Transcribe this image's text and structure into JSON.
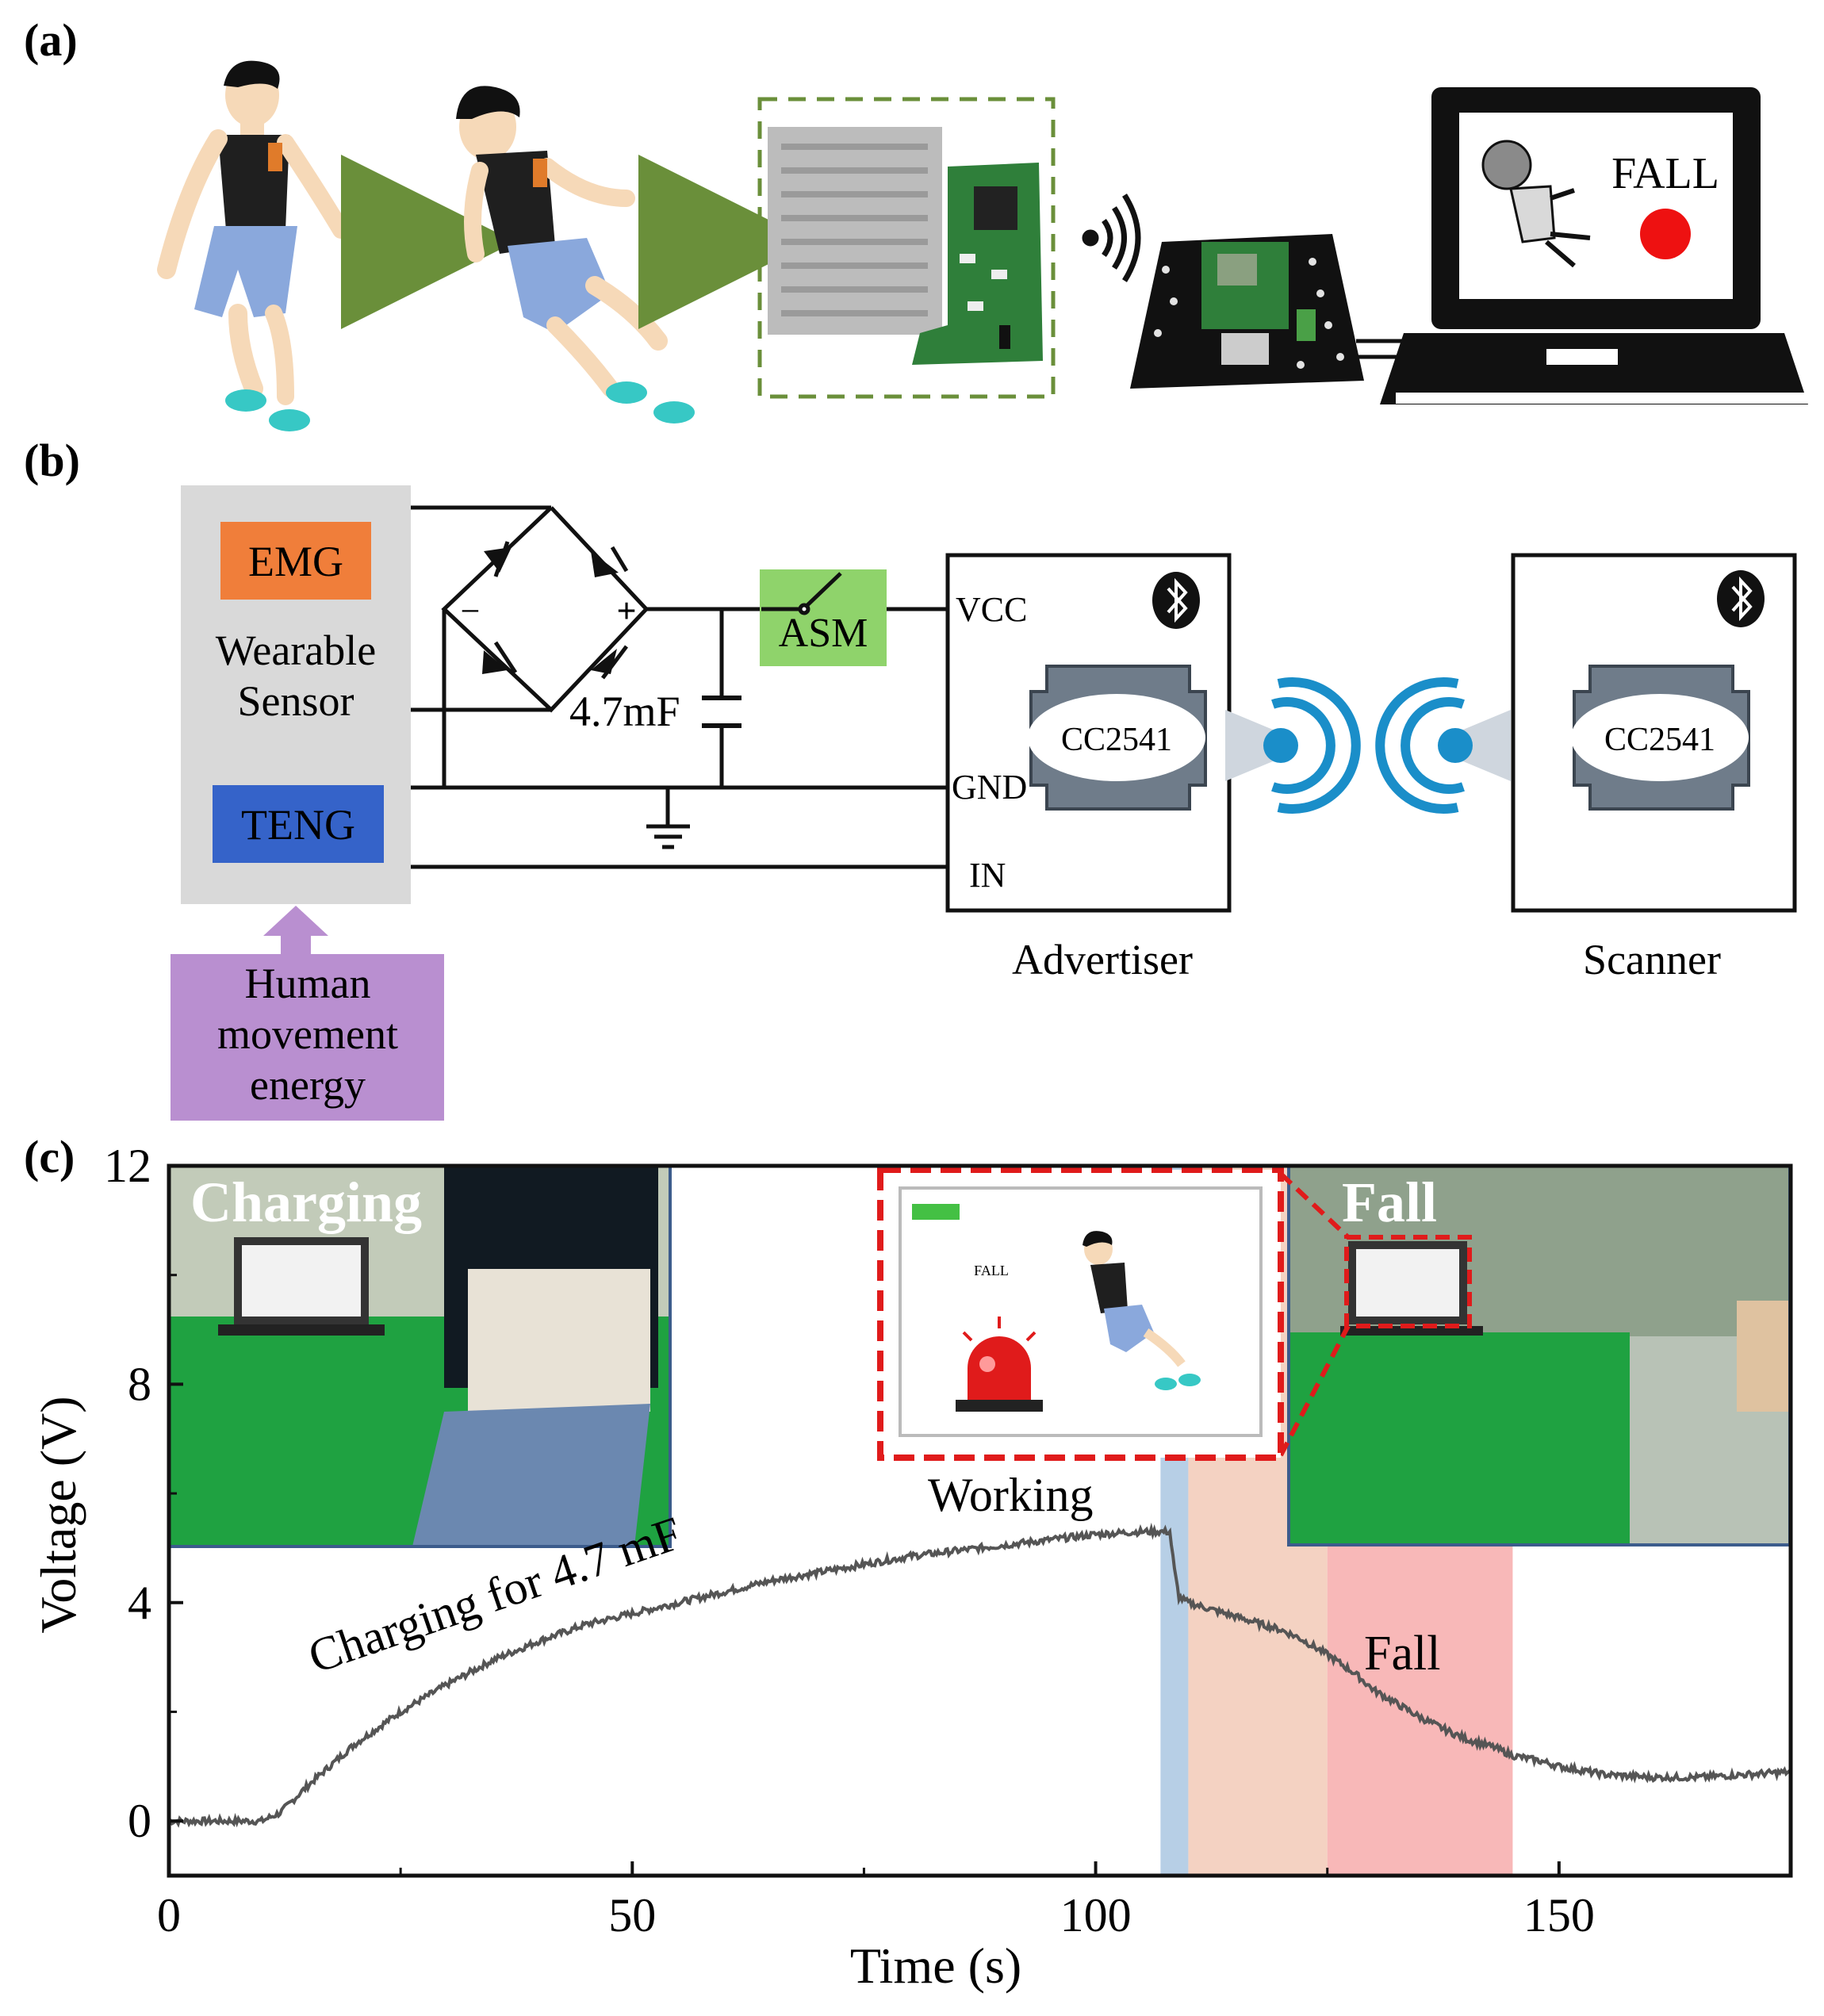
{
  "panel_a": {
    "label": "(a)",
    "monitor_text": "FALL"
  },
  "panel_b": {
    "label": "(b)",
    "emg": "EMG",
    "sensor_line1": "Wearable",
    "sensor_line2": "Sensor",
    "teng": "TENG",
    "energy_line1": "Human",
    "energy_line2": "movement",
    "energy_line3": "energy",
    "plus_sign": "+",
    "minus_sign": "−",
    "capacitor": "4.7mF",
    "switch": "ASM",
    "vcc": "VCC",
    "gnd": "GND",
    "in_pin": "IN",
    "chip": "CC2541",
    "advertiser": "Advertiser",
    "scanner": "Scanner",
    "colors": {
      "emg": "#f07e3a",
      "teng": "#3563c9",
      "asm": "#8fd36b",
      "energy": "#b98fd0",
      "sensor": "#d9d9d9",
      "chip": "#6f7c8a",
      "signal": "#1a8ec9"
    }
  },
  "panel_c": {
    "label": "(c)",
    "photo_left_label": "Charging",
    "photo_right_label": "Fall",
    "screen_text": "FALL",
    "annot_charging": "Charging for 4.7 mF",
    "annot_working": "Working",
    "annot_fall": "Fall",
    "chart_data": {
      "type": "line",
      "xlabel": "Time (s)",
      "ylabel": "Voltage (V)",
      "xlim": [
        0,
        175
      ],
      "ylim": [
        -1,
        12
      ],
      "xticks": [
        0,
        50,
        100,
        150
      ],
      "yticks": [
        0,
        4,
        8,
        12
      ],
      "x": [
        0,
        5,
        10,
        12,
        15,
        20,
        25,
        30,
        35,
        40,
        45,
        50,
        55,
        60,
        65,
        70,
        75,
        80,
        85,
        90,
        95,
        100,
        105,
        107,
        108,
        108.5,
        109,
        110,
        112,
        115,
        118,
        120,
        122,
        125,
        128,
        130,
        133,
        135,
        138,
        140,
        143,
        145,
        148,
        150,
        155,
        160,
        165,
        170,
        175
      ],
      "y": [
        0,
        0,
        0,
        0.15,
        0.65,
        1.4,
        2.0,
        2.5,
        2.95,
        3.3,
        3.6,
        3.8,
        4.0,
        4.2,
        4.4,
        4.55,
        4.7,
        4.85,
        4.95,
        5.05,
        5.15,
        5.25,
        5.3,
        5.3,
        5.3,
        4.6,
        4.1,
        4.0,
        3.9,
        3.75,
        3.6,
        3.5,
        3.35,
        3.05,
        2.7,
        2.4,
        2.1,
        1.9,
        1.65,
        1.5,
        1.35,
        1.2,
        1.1,
        1.0,
        0.85,
        0.8,
        0.8,
        0.85,
        0.9
      ],
      "bands": [
        {
          "from": 107,
          "to": 110,
          "color": "#b7cfe6"
        },
        {
          "from": 110,
          "to": 125,
          "color": "#f4d2c2"
        },
        {
          "from": 125,
          "to": 145,
          "color": "#f8b8b8"
        }
      ],
      "line_color": "#555555"
    }
  }
}
